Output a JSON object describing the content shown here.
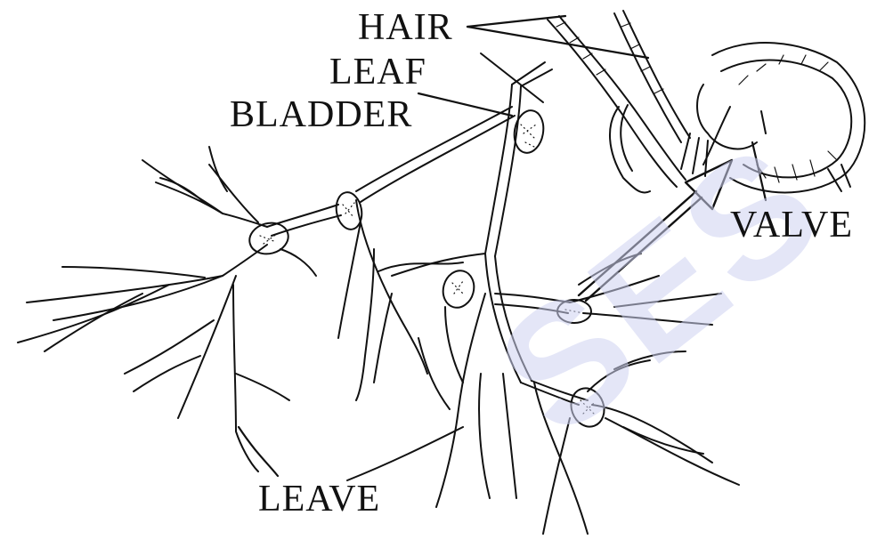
{
  "labels": {
    "hair": "HAIR",
    "leaf": "LEAF",
    "bladder": "BLADDER",
    "valve": "VALVE",
    "leave": "LEAVE"
  },
  "watermark": "SES",
  "colors": {
    "ink": "#111111",
    "watermark": "#cfd3f2",
    "background": "#ffffff"
  }
}
